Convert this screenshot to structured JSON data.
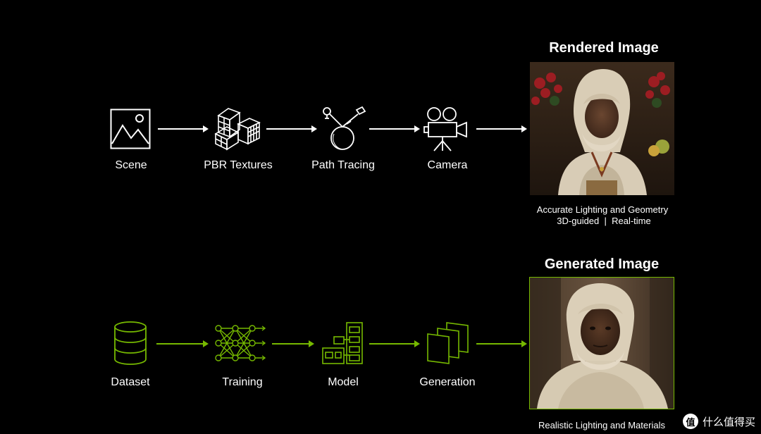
{
  "top_row": {
    "steps": [
      {
        "label": "Scene",
        "icon": "image-icon"
      },
      {
        "label": "PBR Textures",
        "icon": "texture-blocks-icon"
      },
      {
        "label": "Path Tracing",
        "icon": "path-tracing-icon"
      },
      {
        "label": "Camera",
        "icon": "film-camera-icon"
      }
    ],
    "output_title": "Rendered Image",
    "caption_line1": "Accurate Lighting and Geometry",
    "caption_line2": "3D-guided  |  Real-time",
    "color": "#ffffff"
  },
  "bottom_row": {
    "steps": [
      {
        "label": "Dataset",
        "icon": "database-icon"
      },
      {
        "label": "Training",
        "icon": "neural-network-icon"
      },
      {
        "label": "Model",
        "icon": "model-blocks-icon"
      },
      {
        "label": "Generation",
        "icon": "stacked-frames-icon"
      }
    ],
    "output_title": "Generated Image",
    "caption_line1": "Realistic Lighting and Materials",
    "color": "#76b900"
  },
  "watermark": {
    "badge": "值",
    "text": "什么值得买"
  }
}
